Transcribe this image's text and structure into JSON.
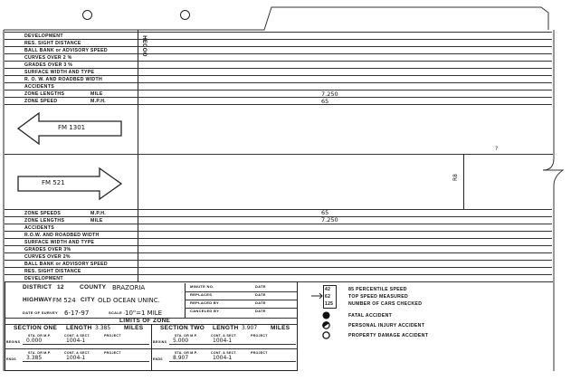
{
  "side_note": "HECOO",
  "top_rows": [
    {
      "label": "DEVELOPMENT",
      "unit": ""
    },
    {
      "label": "RES. SIGHT DISTANCE",
      "unit": ""
    },
    {
      "label": "BALL BANK or ADVISORY SPEED",
      "unit": ""
    },
    {
      "label": "CURVES OVER 2 %",
      "unit": ""
    },
    {
      "label": "GRADES OVER 3 %",
      "unit": ""
    },
    {
      "label": "SURFACE WIDTH AND TYPE",
      "unit": ""
    },
    {
      "label": "R. O. W. AND ROADBED WIDTH",
      "unit": ""
    },
    {
      "label": "ACCIDENTS",
      "unit": ""
    },
    {
      "label": "ZONE LENGTHS",
      "unit": "MILE",
      "value": "7.250"
    },
    {
      "label": "ZONE SPEED",
      "unit": "M.P.H.",
      "value": "65"
    }
  ],
  "bottom_rows": [
    {
      "label": "ZONE SPEEDS",
      "unit": "M.P.H.",
      "value": "65"
    },
    {
      "label": "ZONE LENGTHS",
      "unit": "MILE",
      "value": "7.250"
    },
    {
      "label": "ACCIDENTS",
      "unit": ""
    },
    {
      "label": "R.O.W. AND ROADBED WIDTH",
      "unit": ""
    },
    {
      "label": "SURFACE WIDTH AND TYPE",
      "unit": ""
    },
    {
      "label": "GRADES OVER 3%",
      "unit": ""
    },
    {
      "label": "CURVES OVER 2%",
      "unit": ""
    },
    {
      "label": "BALL BANK or ADVISORY SPEED",
      "unit": ""
    },
    {
      "label": "RES. SIGHT DISTANCE",
      "unit": ""
    },
    {
      "label": "DEVELOPMENT",
      "unit": ""
    }
  ],
  "arrows": {
    "left": "FM 1301",
    "right": "FM 521"
  },
  "map": {
    "side_road": "R8",
    "mark": "?"
  },
  "district": {
    "district_label": "DISTRICT",
    "district": "12",
    "county_label": "COUNTY",
    "county": "BRAZORIA",
    "highway_label": "HIGHWAY",
    "highway": "FM 524",
    "city_label": "CITY",
    "city": "OLD OCEAN UNINC.",
    "survey_label": "DATE OF SURVEY",
    "survey_date": "6-17-97",
    "scale_label": "SCALE :",
    "scale": "10\"=1 MILE",
    "minute_label": "MINUTE NO.",
    "replaces_label": "REPLACES",
    "replaced_label": "REPLACED BY",
    "canceled_label": "CANCELED BY",
    "date_label": "DATE"
  },
  "limits": {
    "title": "LIMITS OF ZONE",
    "sta_label": "STA. OR M.P.",
    "cont_label": "CONT. & SECT.",
    "project_label": "PROJECT",
    "begins_label": "BEGINS",
    "ends_label": "ENDS",
    "length_label": "LENGTH",
    "miles_label": "MILES",
    "sections": [
      {
        "name": "SECTION ONE",
        "length": "3.385",
        "begin_sta": "0.000",
        "begin_cs": "1004-1",
        "end_sta": "3.385",
        "end_cs": "1004-1"
      },
      {
        "name": "SECTION TWO",
        "length": "3.907",
        "begin_sta": "5.000",
        "begin_cs": "1004-1",
        "end_sta": "8.907",
        "end_cs": "1004-1"
      }
    ]
  },
  "legend": {
    "speed_values": [
      "42",
      "62",
      "125"
    ],
    "speed_labels": [
      "85 PERCENTILE SPEED",
      "TOP SPEED MEASURED",
      "NUMBER OF CARS CHECKED"
    ],
    "accidents": [
      "FATAL ACCIDENT",
      "PERSONAL INJURY ACCIDENT",
      "PROPERTY DAMAGE ACCIDENT"
    ]
  }
}
